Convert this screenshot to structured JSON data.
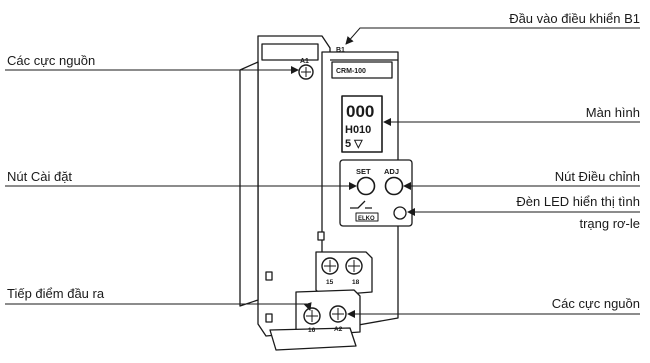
{
  "labels": {
    "control_input_b1": "Đầu vào điều khiển B1",
    "power_terminals_top": "Các cực nguồn",
    "display": "Màn hình",
    "set_button": "Nút Cài đặt",
    "adj_button": "Nút Điều chỉnh",
    "led_line1": "Đèn LED hiển thị tình",
    "led_line2": "trạng rơ-le",
    "output_contacts": "Tiếp điểm đầu ra",
    "power_terminals_bottom": "Các cực nguồn"
  },
  "device": {
    "model": "CRM-100",
    "brand": "ELKO",
    "screen_line1": "000",
    "screen_line2": "H010",
    "screen_line3": "5 ▽",
    "set_label": "SET",
    "adj_label": "ADJ",
    "terminal_a1": "A1",
    "terminal_b1": "B1",
    "terminal_a2": "A2",
    "terminal_15": "15",
    "terminal_18": "18",
    "terminal_16": "16"
  }
}
